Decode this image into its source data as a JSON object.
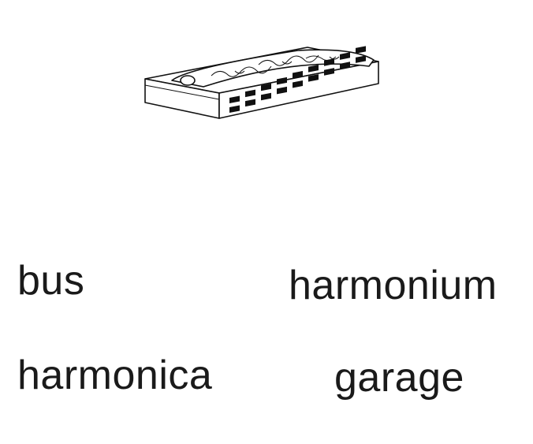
{
  "picture": {
    "icon": "harmonica-icon"
  },
  "options": [
    {
      "label": "bus"
    },
    {
      "label": "harmonium"
    },
    {
      "label": "harmonica"
    },
    {
      "label": "garage"
    }
  ]
}
